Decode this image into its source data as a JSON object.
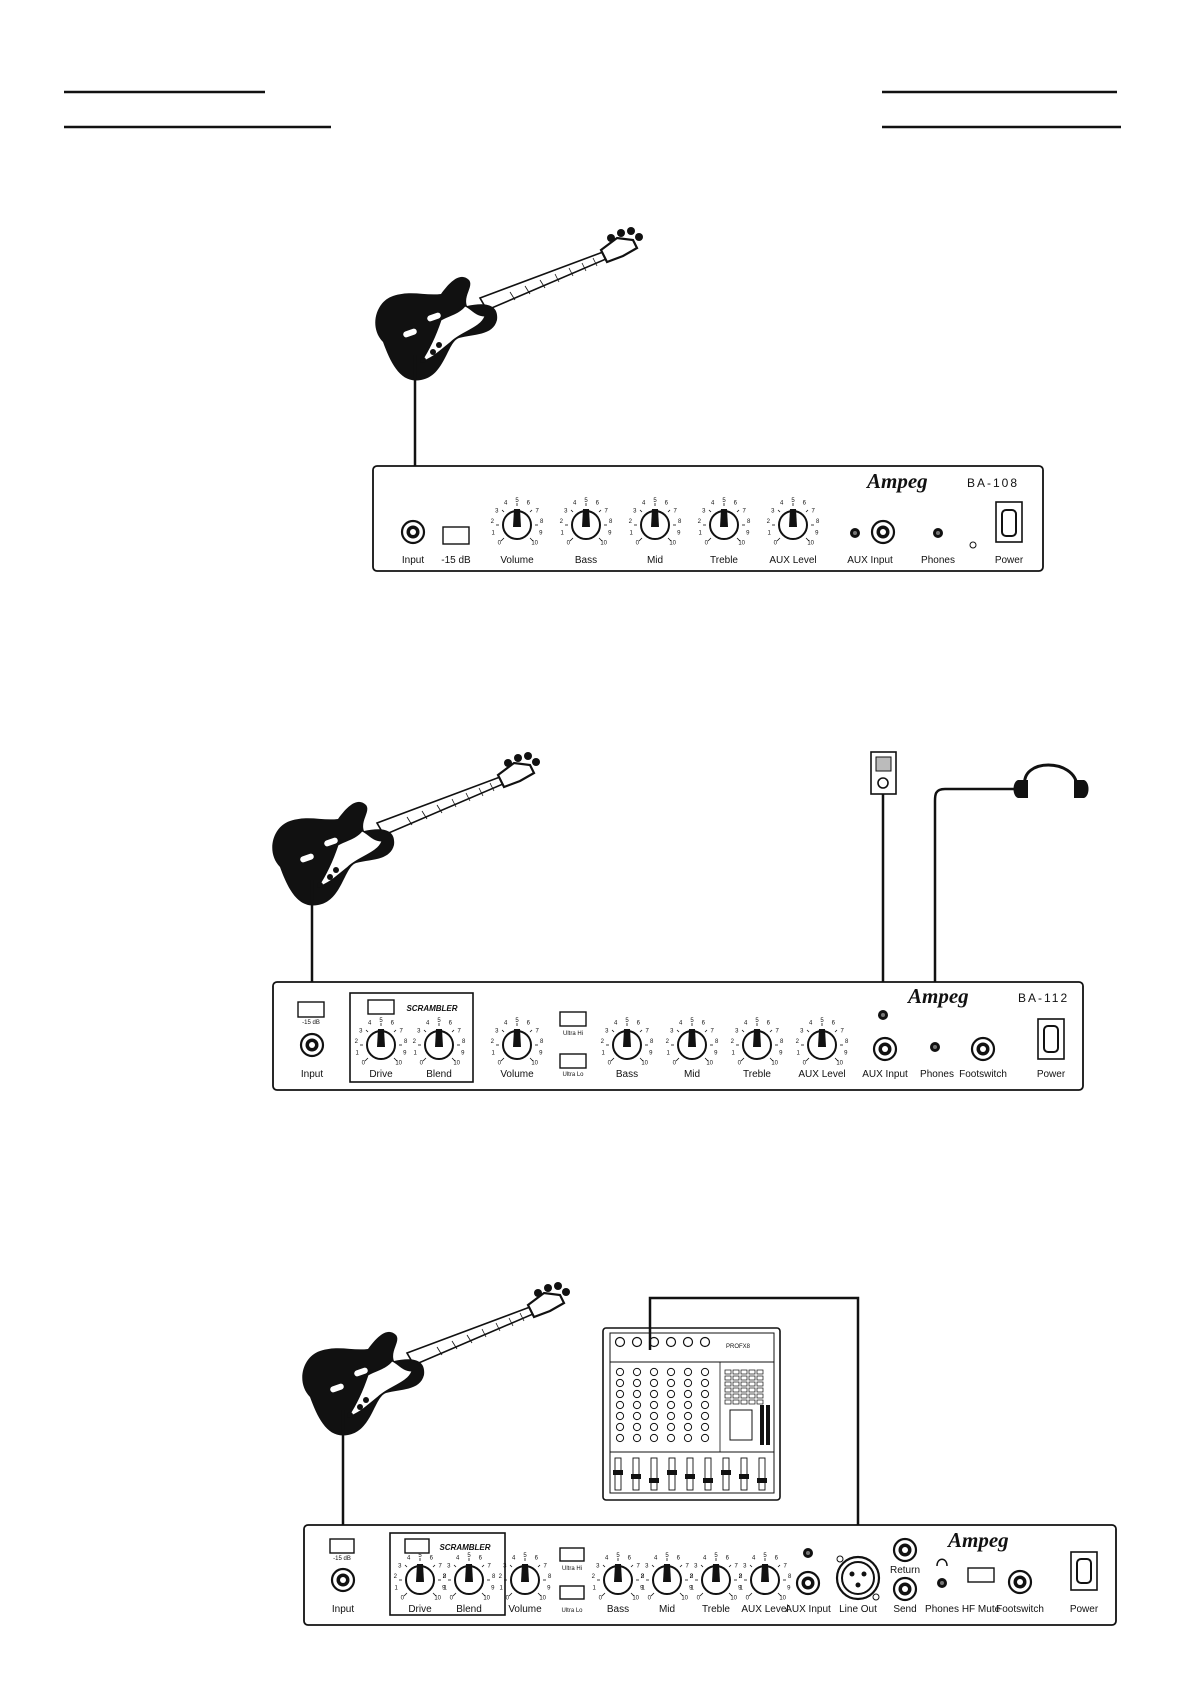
{
  "header": {
    "left_rules": 2,
    "right_rules": 2
  },
  "amp1": {
    "brand": "Ampeg",
    "model": "BA-108",
    "labels": {
      "input": "Input",
      "pad": "-15 dB",
      "volume": "Volume",
      "bass": "Bass",
      "mid": "Mid",
      "treble": "Treble",
      "aux_level": "AUX Level",
      "aux_input": "AUX Input",
      "phones": "Phones",
      "power": "Power"
    }
  },
  "amp2": {
    "brand": "Ampeg",
    "model": "BA-112",
    "scrambler": "SCRAMBLER",
    "labels": {
      "pad": "-15 dB",
      "input": "Input",
      "drive": "Drive",
      "blend": "Blend",
      "volume": "Volume",
      "ultra_hi": "Ultra Hi",
      "ultra_lo": "Ultra Lo",
      "bass": "Bass",
      "mid": "Mid",
      "treble": "Treble",
      "aux_level": "AUX Level",
      "aux_input": "AUX Input",
      "phones": "Phones",
      "footswitch": "Footswitch",
      "power": "Power"
    }
  },
  "amp3": {
    "brand": "Ampeg",
    "scrambler": "SCRAMBLER",
    "labels": {
      "pad": "-15 dB",
      "input": "Input",
      "drive": "Drive",
      "blend": "Blend",
      "volume": "Volume",
      "ultra_hi": "Ultra Hi",
      "ultra_lo": "Ultra Lo",
      "bass": "Bass",
      "mid": "Mid",
      "treble": "Treble",
      "aux_level": "AUX Level",
      "aux_input": "AUX Input",
      "line_out": "Line Out",
      "return": "Return",
      "send": "Send",
      "phones": "Phones",
      "hf_mute": "HF Mute",
      "footswitch": "Footswitch",
      "power": "Power"
    }
  },
  "mixer": {
    "brand": "PROFX8"
  },
  "knob_scale": [
    "0",
    "1",
    "2",
    "3",
    "4",
    "5",
    "6",
    "7",
    "8",
    "9",
    "10"
  ]
}
